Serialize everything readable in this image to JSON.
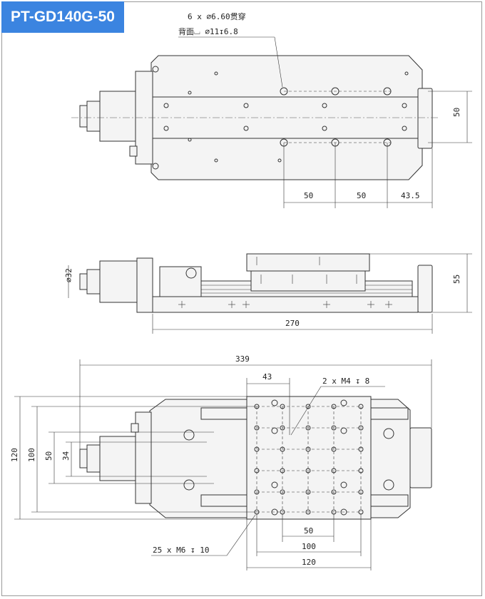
{
  "title": "PT-GD140G-50",
  "top_view": {
    "hole_note_line1": "6 x ⌀6.60贯穿",
    "hole_note_line2": "背面⌴ ⌀11↧6.8",
    "dim_vertical": "50",
    "dim_h1": "50",
    "dim_h2": "50",
    "dim_h3": "43.5"
  },
  "side_view": {
    "dim_motor_dia": "⌀32",
    "dim_height": "55",
    "dim_length": "270"
  },
  "bottom_view": {
    "dim_overall": "339",
    "dim_offset": "43",
    "thread_note_m4": "2 x M4 ↧ 8",
    "dim_left_120": "120",
    "dim_left_100": "100",
    "dim_left_50": "50",
    "dim_left_34": "34",
    "dim_b_50": "50",
    "dim_b_100": "100",
    "dim_b_120": "120",
    "thread_note_m6": "25 x M6 ↧ 10"
  },
  "colors": {
    "badge": "#3b84e0"
  }
}
